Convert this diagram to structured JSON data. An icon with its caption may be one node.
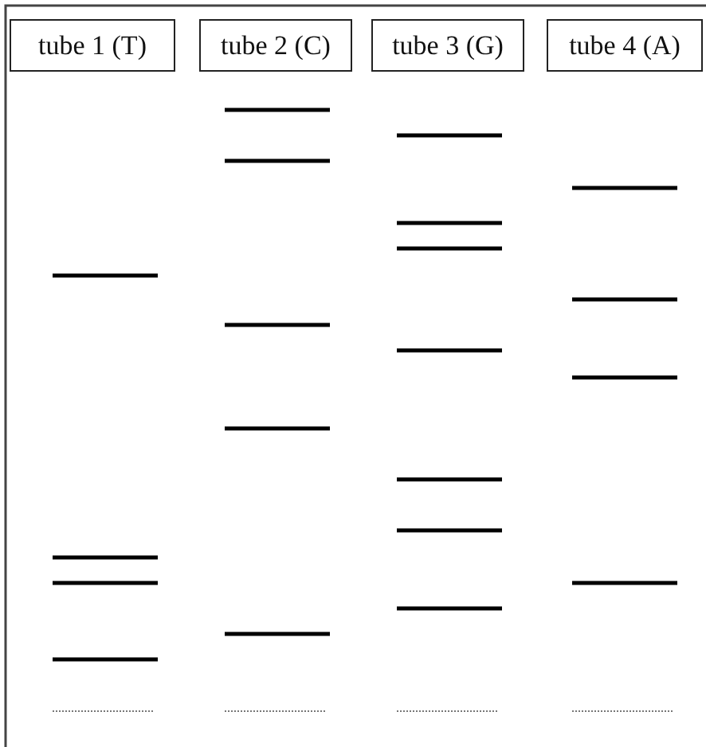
{
  "diagram": {
    "nodes": [
      {
        "text": [
          "tube 1 (T)"
        ]
      },
      {
        "text": [
          "tube 2 (C)"
        ]
      },
      {
        "text": [
          "tube 3 (G)"
        ]
      },
      {
        "text": [
          "tube 4 (A)"
        ]
      }
    ]
  }
}
